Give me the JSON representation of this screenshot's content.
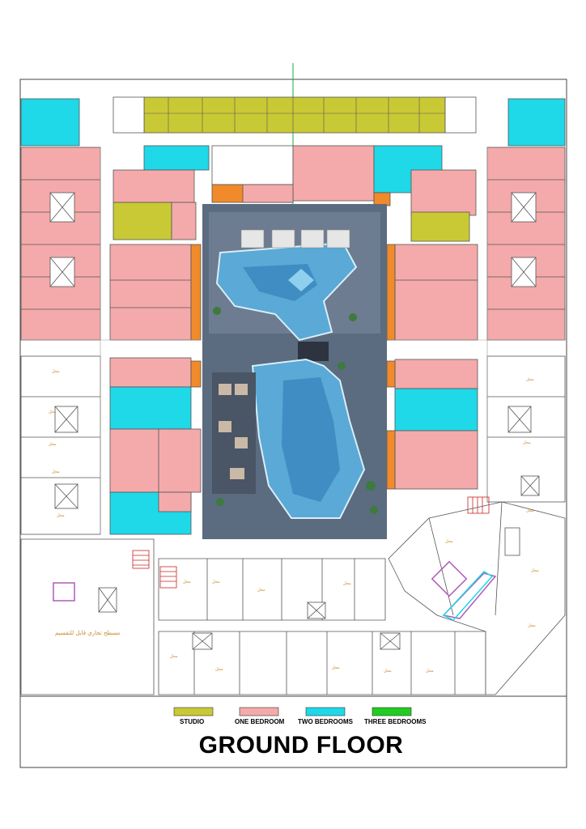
{
  "title": "GROUND FLOOR",
  "legend": [
    {
      "label": "STUDIO",
      "color": "#c9c935"
    },
    {
      "label": "ONE BEDROOM",
      "color": "#f4aaaa"
    },
    {
      "label": "TWO BEDROOMS",
      "color": "#1fd8e8"
    },
    {
      "label": "THREE BEDROOMS",
      "color": "#22cc22"
    }
  ],
  "commercial_area_label": "مسطح تجاري قابل للتقسيم",
  "shop_label": "محل",
  "colors": {
    "studio": "#c9c935",
    "one_bedroom": "#f4aaaa",
    "two_bedrooms": "#1fd8e8",
    "three_bedrooms": "#22cc22",
    "pool_water": "#5aa9d6",
    "pool_deck": "#5b6b80",
    "wall": "#555555",
    "orange": "#f08a2a",
    "magenta": "#b05ab8"
  }
}
